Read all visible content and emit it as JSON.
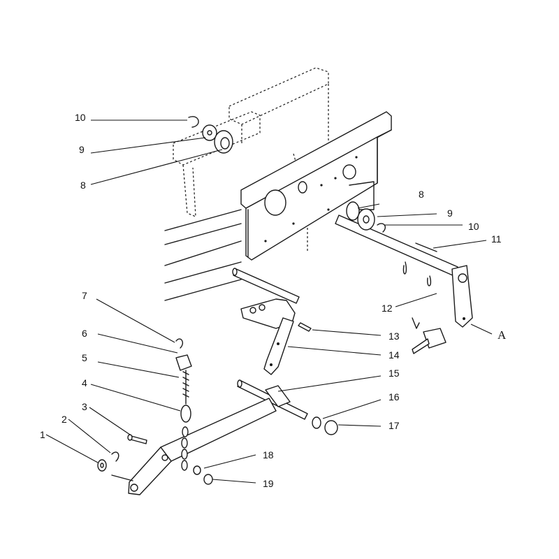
{
  "callouts": [
    {
      "id": "1",
      "label": "1"
    },
    {
      "id": "2",
      "label": "2"
    },
    {
      "id": "3",
      "label": "3"
    },
    {
      "id": "4",
      "label": "4"
    },
    {
      "id": "5",
      "label": "5"
    },
    {
      "id": "6",
      "label": "6"
    },
    {
      "id": "7",
      "label": "7"
    },
    {
      "id": "8a",
      "label": "8"
    },
    {
      "id": "9a",
      "label": "9"
    },
    {
      "id": "10a",
      "label": "10"
    },
    {
      "id": "8b",
      "label": "8"
    },
    {
      "id": "9b",
      "label": "9"
    },
    {
      "id": "10b",
      "label": "10"
    },
    {
      "id": "11",
      "label": "11"
    },
    {
      "id": "12",
      "label": "12"
    },
    {
      "id": "13",
      "label": "13"
    },
    {
      "id": "14",
      "label": "14"
    },
    {
      "id": "15",
      "label": "15"
    },
    {
      "id": "16",
      "label": "16"
    },
    {
      "id": "17",
      "label": "17"
    },
    {
      "id": "18",
      "label": "18"
    },
    {
      "id": "19",
      "label": "19"
    }
  ],
  "reference_letter": "A"
}
